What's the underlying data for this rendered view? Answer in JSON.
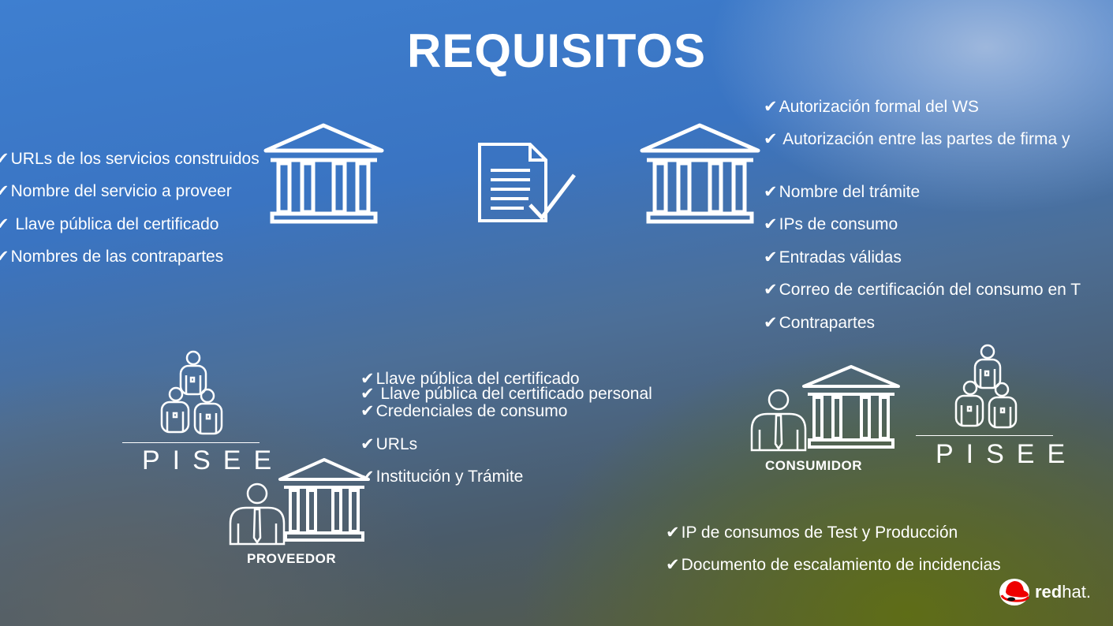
{
  "title": "REQUISITOS",
  "left_list": [
    "URLs de los servicios construidos",
    "Nombre del servicio a proveer",
    " Llave pública del certificado",
    "Nombres de las contrapartes"
  ],
  "right_list": [
    "Autorización formal del WS",
    " Autorización entre las partes de firma y",
    "Nombre del trámite",
    "IPs de consumo",
    "Entradas válidas",
    "Correo de certificación del consumo en T",
    "Contrapartes"
  ],
  "middle_list": [
    "Llave pública del certificado",
    " Llave pública del certificado personal",
    "Credenciales de consumo",
    "URLs",
    "Institución y Trámite"
  ],
  "bottom_right_list": [
    "IP de consumos de Test y Producción",
    "Documento de escalamiento de incidencias"
  ],
  "pisee_label": "PISEE",
  "roles": {
    "provider": "PROVEEDOR",
    "consumer": "CONSUMIDOR"
  },
  "logo": {
    "part1": "red",
    "part2": "hat."
  },
  "check_glyph": "✔",
  "icons": [
    "institution-icon",
    "document-check-icon",
    "people-group-icon",
    "person-icon",
    "redhat-hat-icon"
  ]
}
